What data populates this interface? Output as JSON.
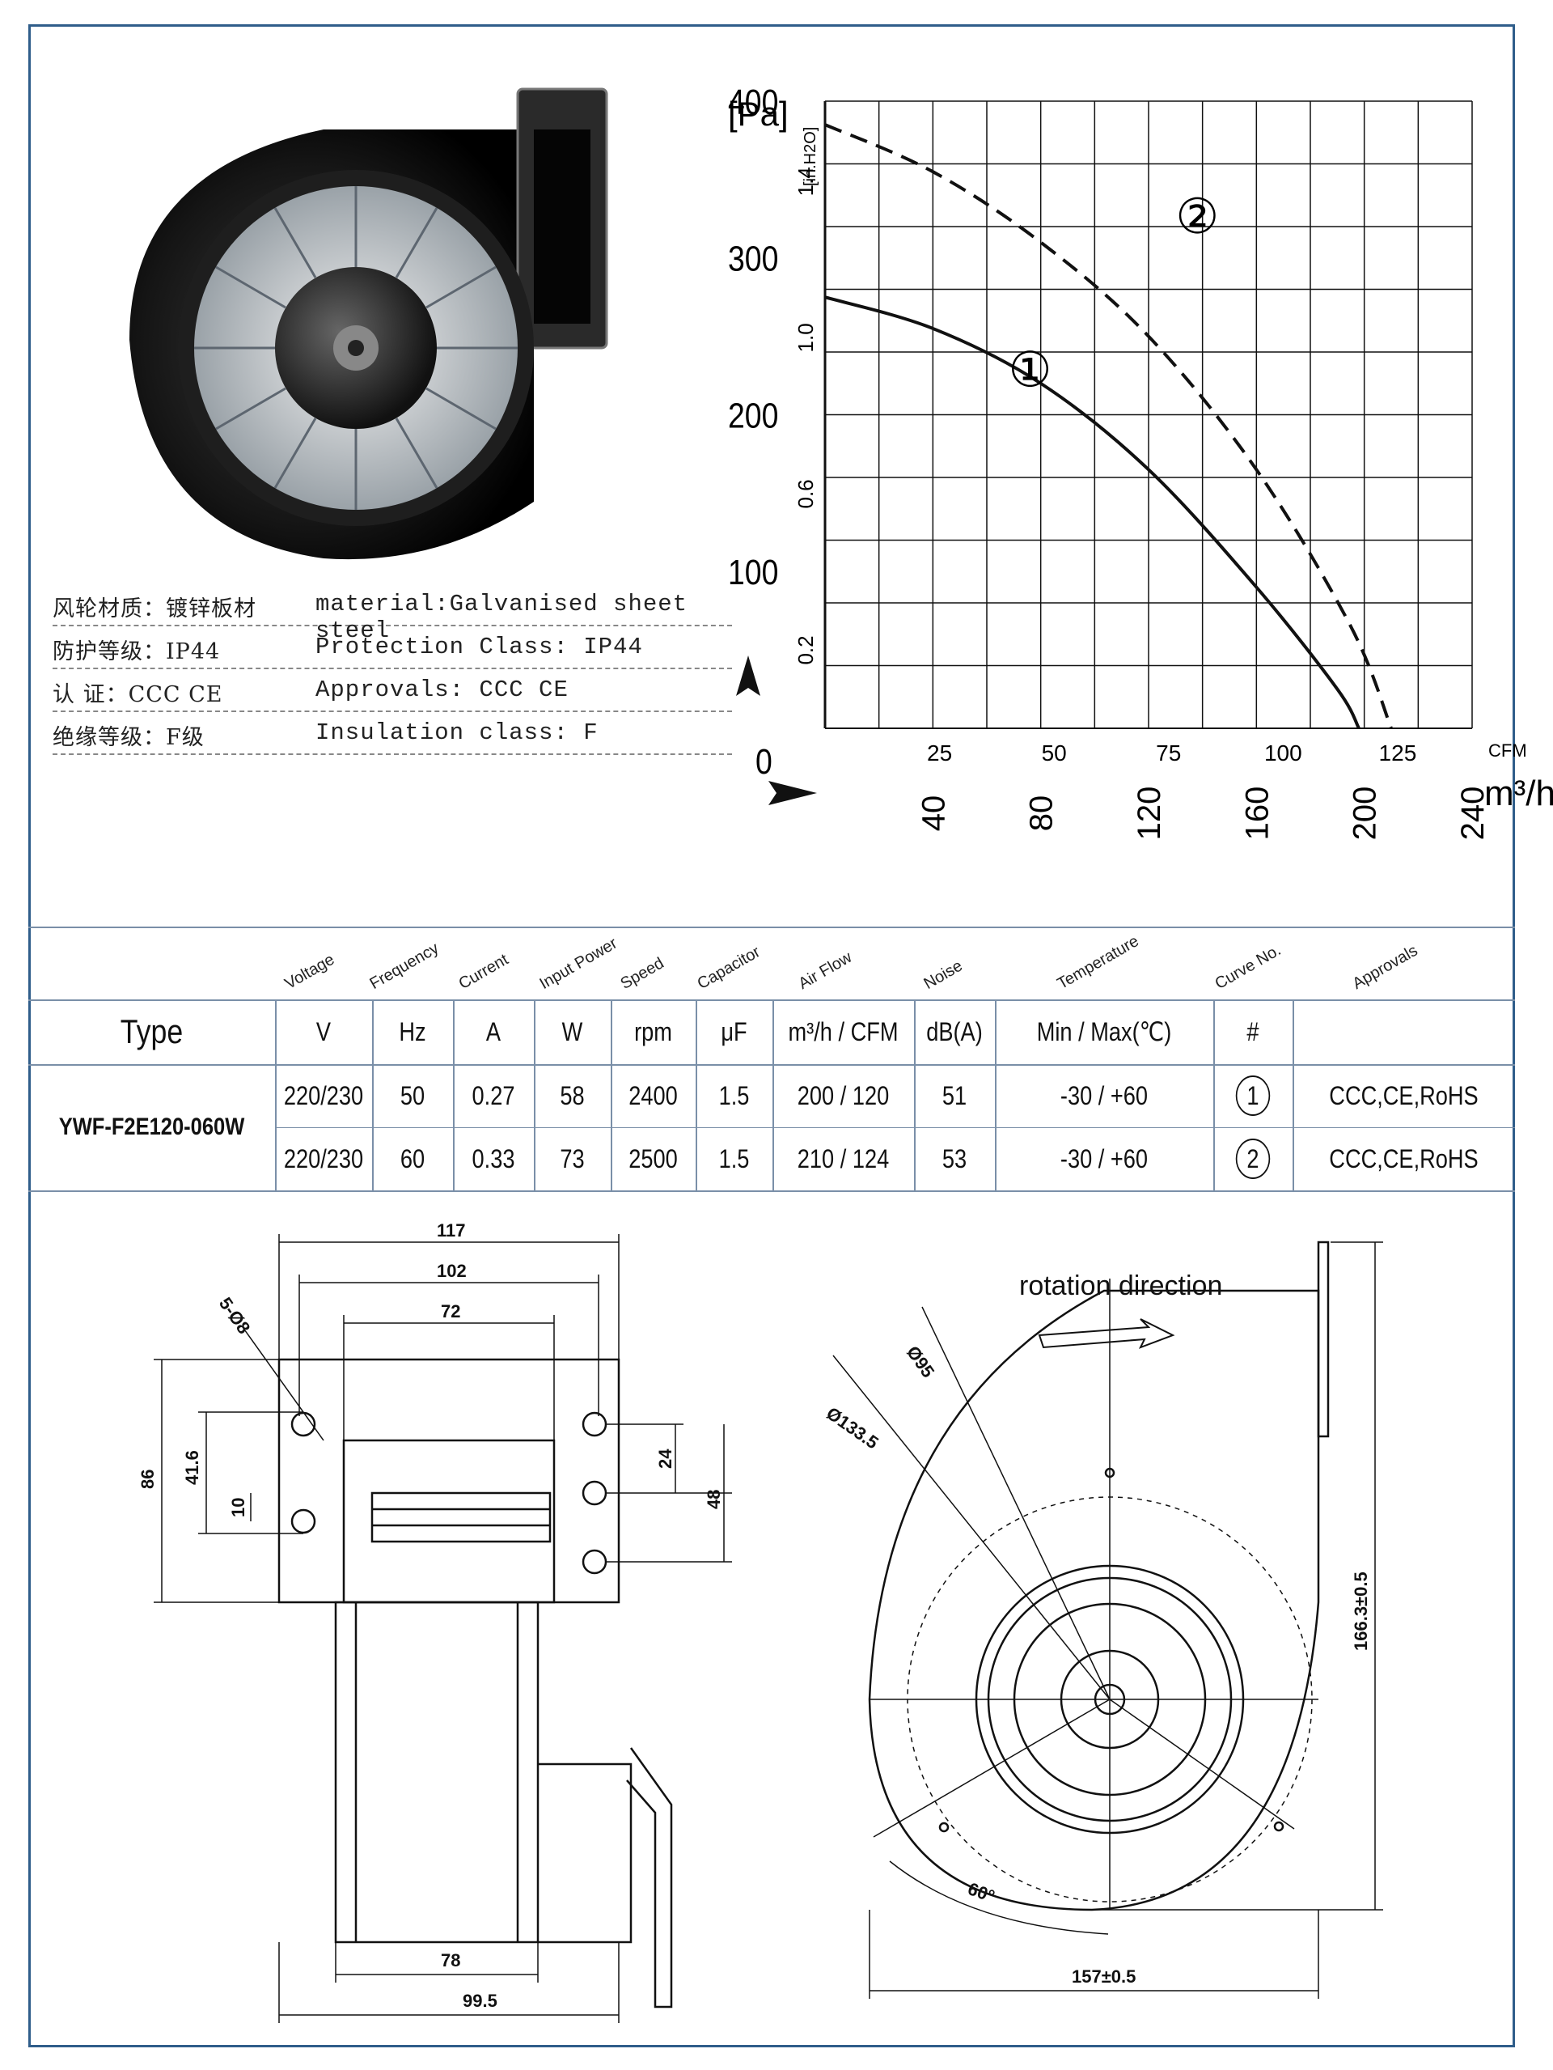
{
  "specs": [
    {
      "cn": "风轮材质：镀锌板材",
      "en": "material:Galvanised sheet steel"
    },
    {
      "cn": "防护等级：IP44",
      "en": "Protection Class: IP44"
    },
    {
      "cn": "认    证：CCC CE",
      "en": "Approvals: CCC  CE"
    },
    {
      "cn": "绝缘等级：F级",
      "en": "Insulation class: F"
    }
  ],
  "chart_data": {
    "type": "line",
    "y_unit": "[Pa]",
    "y2_unit": "[in.H2O]",
    "x_unit_top": "CFM",
    "x_unit_bottom": "m³/h",
    "ylim": [
      0,
      400
    ],
    "xlim": [
      0,
      240
    ],
    "y_ticks": [
      "400",
      "300",
      "200",
      "100",
      "0"
    ],
    "y2_ticks": [
      "1.4",
      "1.0",
      "0.6",
      "0.2"
    ],
    "x_ticks_cfm": [
      "25",
      "50",
      "75",
      "100",
      "125"
    ],
    "x_ticks_m3h": [
      "40",
      "80",
      "120",
      "160",
      "200",
      "240"
    ],
    "grid": true,
    "series": [
      {
        "name": "①",
        "style": "solid",
        "x": [
          0,
          40,
          80,
          120,
          160,
          190,
          198
        ],
        "y": [
          275,
          255,
          220,
          165,
          90,
          25,
          0
        ]
      },
      {
        "name": "②",
        "style": "dashed",
        "x": [
          0,
          40,
          80,
          120,
          160,
          195,
          210
        ],
        "y": [
          385,
          355,
          310,
          250,
          165,
          65,
          0
        ]
      }
    ],
    "series_labels": [
      "①",
      "②"
    ]
  },
  "table": {
    "rot_headers": [
      "Voltage",
      "Frequency",
      "Current",
      "Input Power",
      "Speed",
      "Capacitor",
      "Air Flow",
      "Noise",
      "Temperature",
      "Curve No.",
      "Approvals"
    ],
    "unit_row": [
      "Type",
      "V",
      "Hz",
      "A",
      "W",
      "rpm",
      "μF",
      "m³/h / CFM",
      "dB(A)",
      "Min / Max(℃)",
      "#",
      ""
    ],
    "model": "YWF-F2E120-060W",
    "rows": [
      {
        "v": "220/230",
        "hz": "50",
        "a": "0.27",
        "w": "58",
        "rpm": "2400",
        "uf": "1.5",
        "flow": "200 / 120",
        "db": "51",
        "temp": "-30 / +60",
        "curve": "1",
        "appr": "CCC,CE,RoHS"
      },
      {
        "v": "220/230",
        "hz": "60",
        "a": "0.33",
        "w": "73",
        "rpm": "2500",
        "uf": "1.5",
        "flow": "210 / 124",
        "db": "53",
        "temp": "-30 / +60",
        "curve": "2",
        "appr": "CCC,CE,RoHS"
      }
    ]
  },
  "drawing_left": {
    "dims": [
      "117",
      "102",
      "72",
      "5-Ø8",
      "86",
      "41.6",
      "10",
      "24",
      "48",
      "78",
      "99.5"
    ]
  },
  "drawing_right": {
    "title": "rotation direction",
    "dims": [
      "Ø95",
      "Ø133.5",
      "166.3±0.5",
      "60°",
      "157±0.5"
    ]
  }
}
